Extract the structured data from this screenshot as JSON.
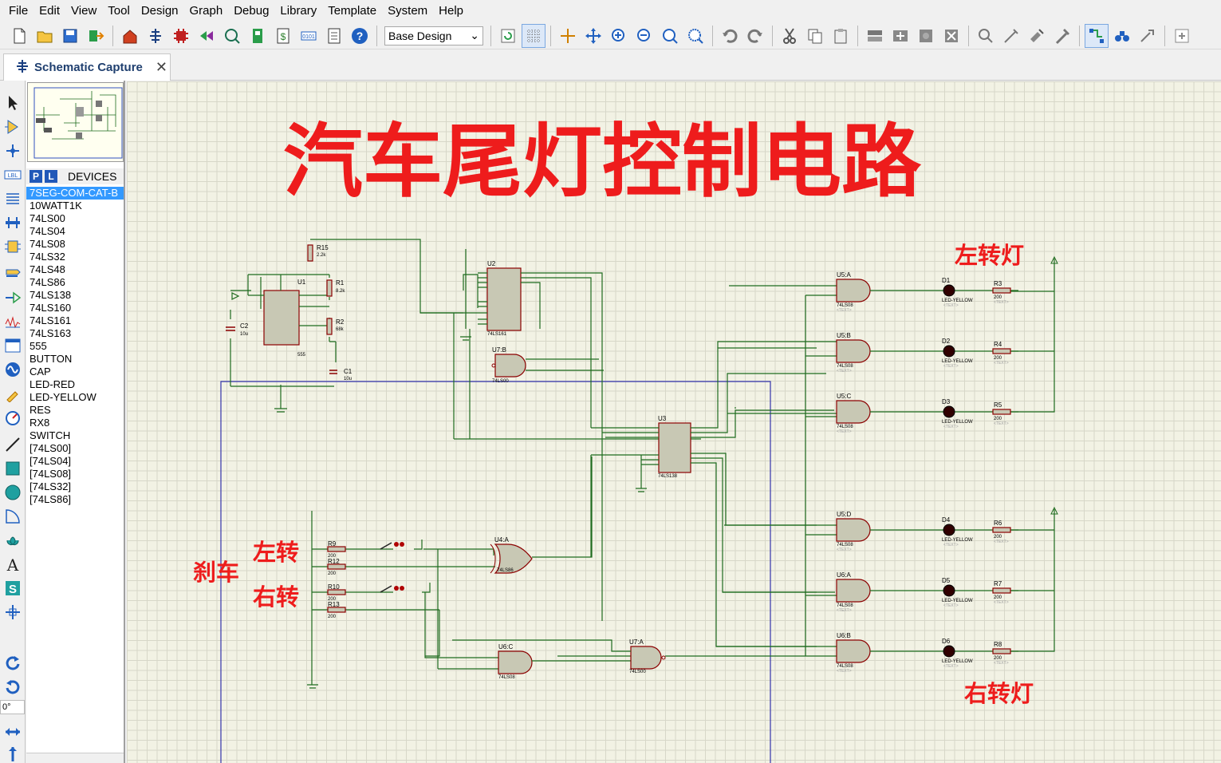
{
  "menu": [
    "File",
    "Edit",
    "View",
    "Tool",
    "Design",
    "Graph",
    "Debug",
    "Library",
    "Template",
    "System",
    "Help"
  ],
  "toolbar": {
    "design_select": "Base Design"
  },
  "tab": {
    "label": "Schematic Capture",
    "close": "✕"
  },
  "left_strip": {
    "rotation": "0°"
  },
  "devices": {
    "p_button": "P",
    "l_button": "L",
    "title": "DEVICES",
    "items": [
      "7SEG-COM-CAT-B",
      "10WATT1K",
      "74LS00",
      "74LS04",
      "74LS08",
      "74LS32",
      "74LS48",
      "74LS86",
      "74LS138",
      "74LS160",
      "74LS161",
      "74LS163",
      "555",
      "BUTTON",
      "CAP",
      "LED-RED",
      "LED-YELLOW",
      "RES",
      "RX8",
      "SWITCH",
      "[74LS00]",
      "[74LS04]",
      "[74LS08]",
      "[74LS32]",
      "[74LS86]"
    ],
    "selected_index": 0
  },
  "schematic": {
    "title": "汽车尾灯控制电路",
    "label_left_lights": "左转灯",
    "label_right_lights": "右转灯",
    "label_brake": "刹车",
    "label_left_turn": "左转",
    "label_right_turn": "右转",
    "u1": {
      "ref": "U1",
      "part": "555"
    },
    "u2": {
      "ref": "U2",
      "part": "74LS161"
    },
    "u3": {
      "ref": "U3",
      "part": "74LS138"
    },
    "u7b": {
      "ref": "U7:B",
      "part": "74LS00"
    },
    "u7a": {
      "ref": "U7:A",
      "part": "74LS00"
    },
    "u4a": {
      "ref": "U4:A",
      "part": "74LS86"
    },
    "u6c": {
      "ref": "U6:C",
      "part": "74LS08"
    },
    "r15": {
      "ref": "R15",
      "value": "2.2k"
    },
    "r1": {
      "ref": "R1",
      "value": "8.2k"
    },
    "r2": {
      "ref": "R2",
      "value": "68k"
    },
    "c1": {
      "ref": "C1",
      "value": "10u"
    },
    "c2": {
      "ref": "C2",
      "value": "10u"
    },
    "r9": {
      "ref": "R9",
      "value": "200"
    },
    "r10": {
      "ref": "R10",
      "value": "200"
    },
    "r12": {
      "ref": "R12",
      "value": "200"
    },
    "r13": {
      "ref": "R13",
      "value": "200"
    },
    "and_gates": [
      {
        "ref": "U5:A",
        "part": "74LS08"
      },
      {
        "ref": "U5:B",
        "part": "74LS08"
      },
      {
        "ref": "U5:C",
        "part": "74LS08"
      },
      {
        "ref": "U5:D",
        "part": "74LS08"
      },
      {
        "ref": "U6:A",
        "part": "74LS08"
      },
      {
        "ref": "U6:B",
        "part": "74LS08"
      }
    ],
    "leds": [
      {
        "ref": "D1",
        "part": "LED-YELLOW"
      },
      {
        "ref": "D2",
        "part": "LED-YELLOW"
      },
      {
        "ref": "D3",
        "part": "LED-YELLOW"
      },
      {
        "ref": "D4",
        "part": "LED-YELLOW"
      },
      {
        "ref": "D5",
        "part": "LED-YELLOW"
      },
      {
        "ref": "D6",
        "part": "LED-YELLOW"
      }
    ],
    "resistors": [
      {
        "ref": "R3",
        "value": "200"
      },
      {
        "ref": "R4",
        "value": "200"
      },
      {
        "ref": "R5",
        "value": "200"
      },
      {
        "ref": "R6",
        "value": "200"
      },
      {
        "ref": "R7",
        "value": "200"
      },
      {
        "ref": "R8",
        "value": "200"
      }
    ],
    "text_placeholder": "<TEXT>"
  },
  "colors": {
    "accent_title": "#ee1c1c",
    "wire": "#1e6b1e",
    "component_body": "#c8c8b4",
    "grid_bg": "#f2f2e4",
    "selected_device": "#3399ff"
  }
}
